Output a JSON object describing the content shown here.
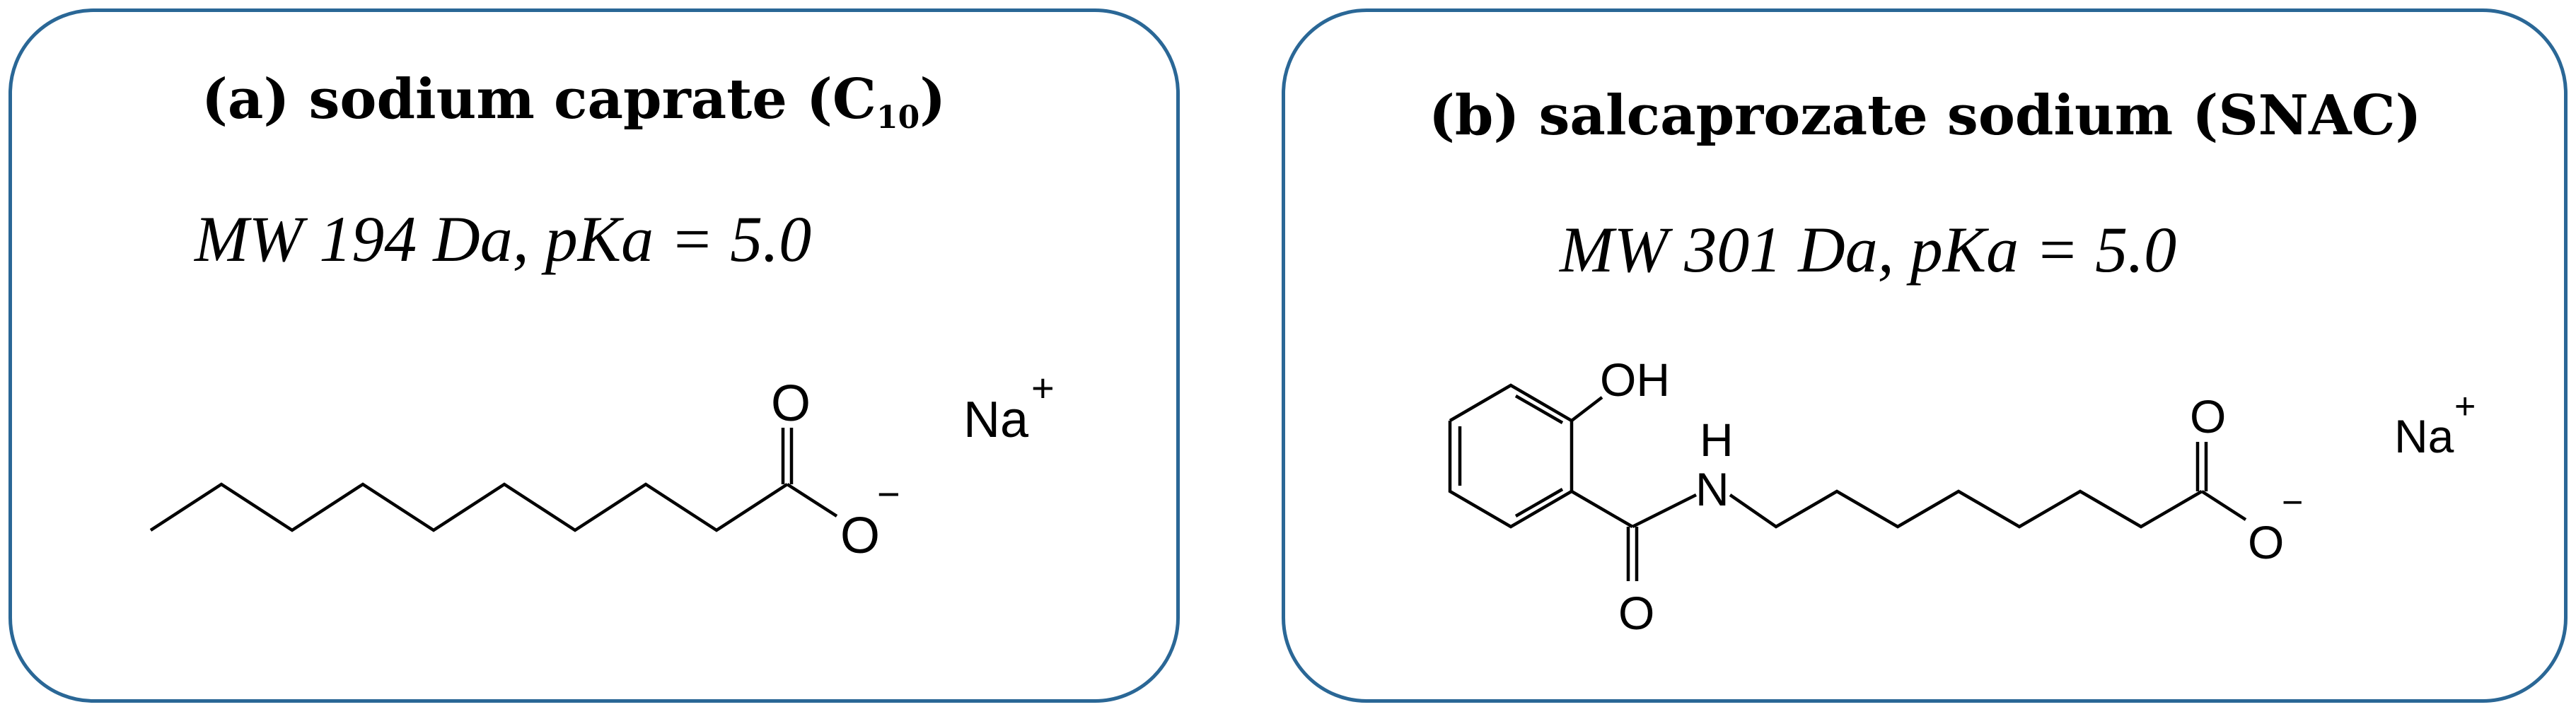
{
  "panel_a": {
    "title_prefix": "(a) sodium caprate (C",
    "title_sub": "10",
    "title_suffix": ")",
    "properties": "MW 194 Da, pKa = 5.0",
    "atoms": {
      "oxygen_double": "O",
      "oxygen_single": "O",
      "charge_minus": "−",
      "counterion": "Na",
      "charge_plus": "+"
    }
  },
  "panel_b": {
    "title": "(b) salcaprozate sodium (SNAC)",
    "properties": "MW 301 Da, pKa = 5.0",
    "atoms": {
      "hydroxyl": "OH",
      "amide_h": "H",
      "amide_n": "N",
      "amide_o": "O",
      "oxygen_double": "O",
      "oxygen_single": "O",
      "charge_minus": "−",
      "counterion": "Na",
      "charge_plus": "+"
    }
  },
  "colors": {
    "border": "#2a6796",
    "text": "#000000"
  }
}
